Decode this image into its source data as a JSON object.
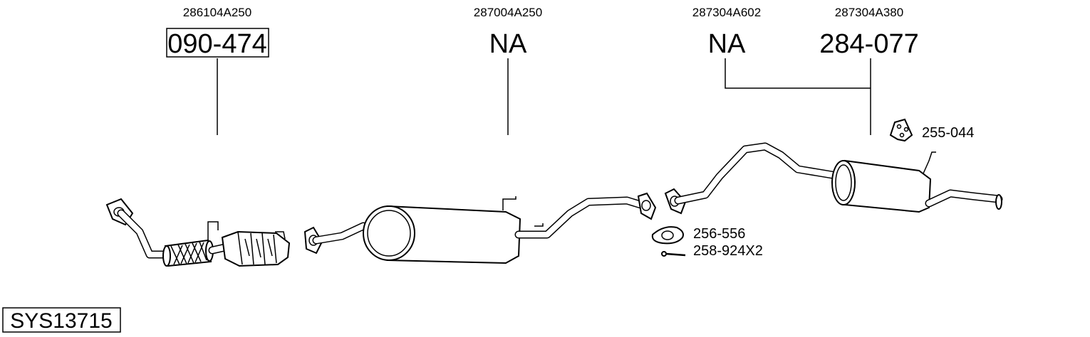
{
  "diagram": {
    "system_code": "SYS13715",
    "oem_numbers": [
      "286104A250",
      "287004A250",
      "287304A602",
      "287304A380"
    ],
    "part_numbers": [
      "090-474",
      "NA",
      "NA",
      "284-077"
    ],
    "accessories": [
      {
        "code": "255-044",
        "icon": "rubber-hanger-icon"
      },
      {
        "code": "256-556",
        "icon": "gasket-icon"
      },
      {
        "code": "258-924X2",
        "icon": "bolt-icon"
      }
    ]
  }
}
